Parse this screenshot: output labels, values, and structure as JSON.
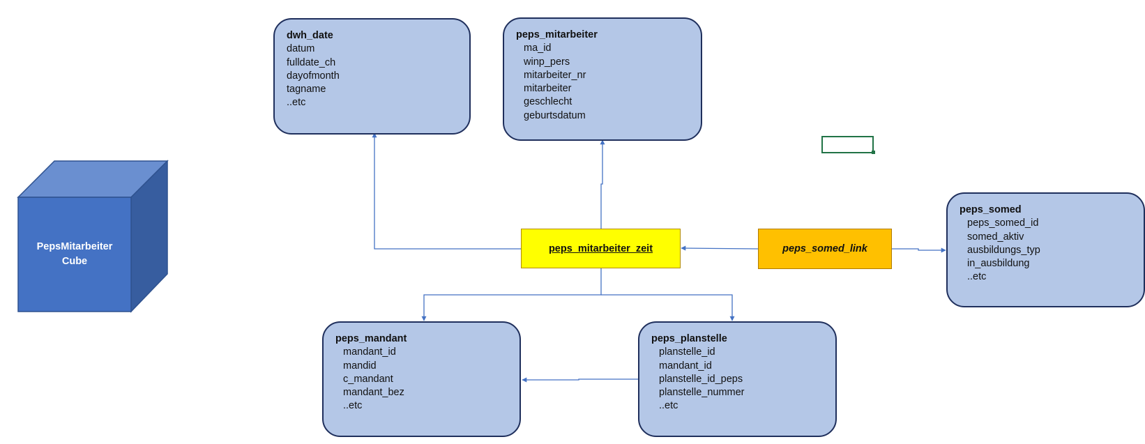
{
  "cube": {
    "label_line1": "PepsMitarbeiter",
    "label_line2": "Cube",
    "colors": {
      "front": "#4472c4",
      "top": "#6a8fd0",
      "side": "#375d9f",
      "edge": "#2f528f"
    }
  },
  "tables": {
    "dwh_date": {
      "title": "dwh_date",
      "fields": [
        "datum",
        "fulldate_ch",
        "dayofmonth",
        "tagname",
        "..etc"
      ]
    },
    "peps_mitarbeiter": {
      "title": "peps_mitarbeiter",
      "fields": [
        "ma_id",
        "winp_pers",
        "mitarbeiter_nr",
        "mitarbeiter",
        "geschlecht",
        "geburtsdatum"
      ]
    },
    "peps_somed": {
      "title": "peps_somed",
      "fields": [
        "peps_somed_id",
        "somed_aktiv",
        "ausbildungs_typ",
        "in_ausbildung",
        "..etc"
      ]
    },
    "peps_mandant": {
      "title": "peps_mandant",
      "fields": [
        "mandant_id",
        "mandid",
        "c_mandant",
        "mandant_bez",
        "..etc"
      ]
    },
    "peps_planstelle": {
      "title": "peps_planstelle",
      "fields": [
        "planstelle_id",
        "mandant_id",
        "planstelle_id_peps",
        "planstelle_nummer",
        "..etc"
      ]
    }
  },
  "fact_table": {
    "label": "peps_mitarbeiter_zeit",
    "color": "#ffff00"
  },
  "link_table": {
    "label": "peps_somed_link",
    "color": "#ffc000"
  },
  "colors": {
    "table_fill": "#b4c7e7",
    "table_border": "#1f2f5c",
    "connector": "#4472c4",
    "selection": "#217346"
  }
}
